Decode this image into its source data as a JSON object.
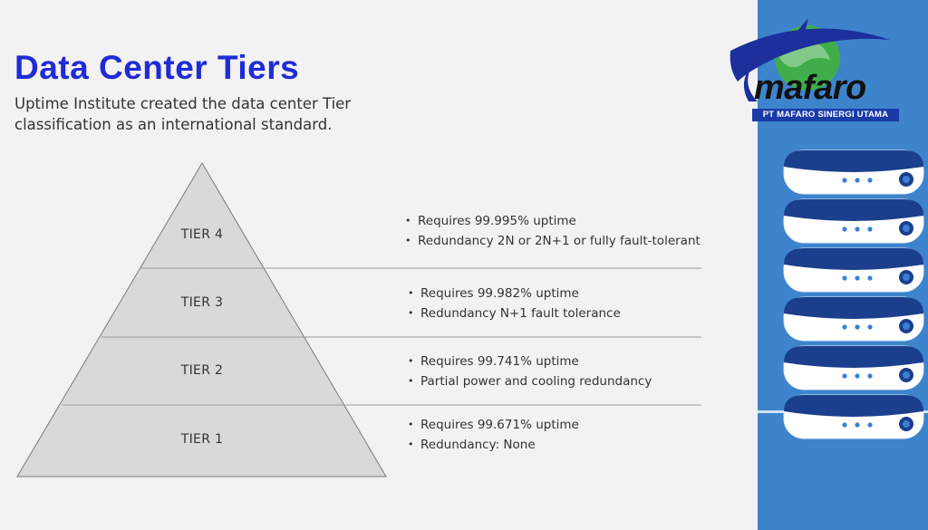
{
  "header": {
    "title": "Data Center Tiers",
    "subtitle": "Uptime Institute created the data center Tier classification as an international standard."
  },
  "tiers": [
    {
      "label": "TIER 4",
      "bullets": [
        "Requires 99.995% uptime",
        "Redundancy 2N or 2N+1 or fully fault-tolerant"
      ]
    },
    {
      "label": "TIER 3",
      "bullets": [
        "Requires 99.982% uptime",
        "Redundancy N+1 fault tolerance"
      ]
    },
    {
      "label": "TIER 2",
      "bullets": [
        "Requires 99.741% uptime",
        "Partial power and cooling redundancy"
      ]
    },
    {
      "label": "TIER 1",
      "bullets": [
        "Requires 99.671% uptime",
        "Redundancy: None"
      ]
    }
  ],
  "logo": {
    "wordmark": "mafaro",
    "company": "PT MAFARO SINERGI UTAMA",
    "icon": "globe-orbit-logo-icon"
  },
  "illustration": {
    "icon": "server-stack-icon",
    "server_count": 6
  },
  "colors": {
    "title": "#1f2bd6",
    "pyramid_fill": "#d9d9d9",
    "pyramid_stroke": "#7a7a7a",
    "divider": "#9a9a9a",
    "panel": "#3d84cc",
    "server_body": "#ffffff",
    "server_top": "#1b3f8c",
    "server_dot": "#3a7fd6"
  }
}
